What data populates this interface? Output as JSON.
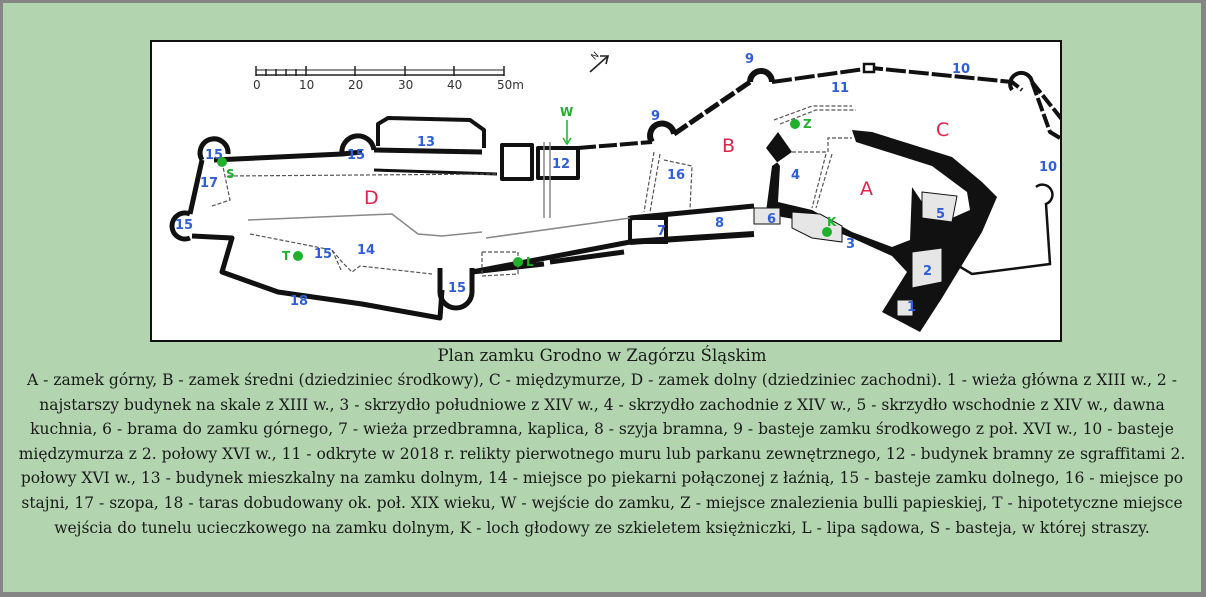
{
  "plan": {
    "scale_bar": {
      "ticks": [
        "0",
        "10",
        "20",
        "30",
        "40",
        "50m"
      ]
    },
    "north_arrow": "N",
    "zones": [
      {
        "id": "A",
        "label": "A"
      },
      {
        "id": "B",
        "label": "B"
      },
      {
        "id": "C",
        "label": "C"
      },
      {
        "id": "D",
        "label": "D"
      }
    ],
    "numbers": {
      "n1": "1",
      "n2": "2",
      "n3": "3",
      "n4": "4",
      "n5": "5",
      "n6": "6",
      "n7": "7",
      "n8": "8",
      "n9a": "9",
      "n9b": "9",
      "n10a": "10",
      "n10b": "10",
      "n11": "11",
      "n12": "12",
      "n13": "13",
      "n14": "14",
      "n15a": "15",
      "n15b": "15",
      "n15c": "15",
      "n15d": "15",
      "n15e": "15",
      "n16": "16",
      "n17": "17",
      "n18": "18"
    },
    "markers": {
      "W": "W",
      "Z": "Z",
      "K": "K",
      "T": "T",
      "L": "L",
      "S": "S"
    },
    "colors": {
      "zone_label": "#e0234a",
      "number_label": "#2f5fd6",
      "marker": "#21b02c",
      "background": "#b2d5b0"
    }
  },
  "caption": {
    "title": "Plan zamku Grodno w Zagórzu Śląskim",
    "body": "A - zamek górny, B - zamek średni (dziedziniec środkowy), C - międzymurze, D - zamek dolny (dziedziniec zachodni). 1 - wieża główna z XIII w., 2 - najstarszy budynek na skale z XIII w., 3 - skrzydło południowe z XIV w., 4 - skrzydło zachodnie z XIV w., 5 - skrzydło wschodnie z XIV w., dawna kuchnia, 6 - brama do zamku górnego, 7 - wieża przedbramna, kaplica, 8 - szyja bramna, 9 - basteje zamku środkowego z poł. XVI w., 10 - basteje międzymurza z 2. połowy XVI w., 11 - odkryte w 2018 r. relikty pierwotnego muru lub parkanu zewnętrznego, 12 - budynek bramny ze sgraffitami 2. połowy XVI w., 13 - budynek mieszkalny na zamku dolnym, 14 - miejsce po piekarni połączonej z łaźnią, 15 - basteje zamku dolnego, 16 - miejsce po stajni, 17 - szopa, 18 - taras dobudowany ok. poł. XIX wieku, W - wejście do zamku, Z - miejsce znalezienia bulli papieskiej, T - hipotetyczne miejsce wejścia do tunelu ucieczkowego na zamku dolnym, K - loch głodowy ze szkieletem księżniczki, L - lipa sądowa, S - basteja, w której straszy."
  }
}
